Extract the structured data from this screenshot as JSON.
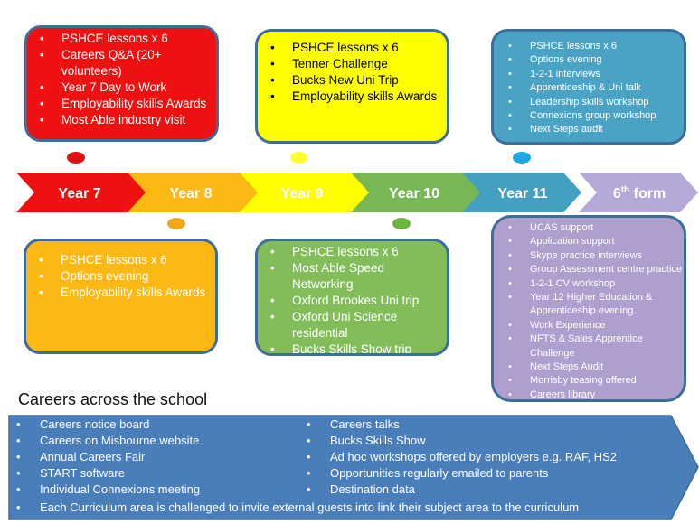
{
  "timeline": [
    {
      "label": "Year 7",
      "color": "#ee1111",
      "text_color": "#ffffff"
    },
    {
      "label": "Year 8",
      "color": "#fdb913",
      "text_color": "#ffffff"
    },
    {
      "label": "Year 9",
      "color": "#ffff00",
      "text_color": "#ffffff"
    },
    {
      "label": "Year 10",
      "color": "#77b855",
      "text_color": "#ffffff"
    },
    {
      "label": "Year 11",
      "color": "#43a0c0",
      "text_color": "#ffffff"
    },
    {
      "label": "6th form",
      "label_main": "6",
      "label_sup": "th",
      "label_rest": " form",
      "color": "#b6a8d8",
      "text_color": "#ffffff"
    }
  ],
  "boxes": {
    "year7": {
      "color": "#ee1111",
      "items": [
        "PSHCE lessons x 6",
        "Careers Q&A (20+ volunteers)",
        "Year 7 Day to Work",
        "Employability skills Awards",
        "Most Able industry visit"
      ]
    },
    "year9": {
      "color": "#ffff00",
      "items": [
        "PSHCE lessons x 6",
        "Tenner Challenge",
        "Bucks New Uni Trip",
        "Employability skills Awards"
      ]
    },
    "year11": {
      "color": "#4aa3c4",
      "items": [
        "PSHCE lessons x 6",
        "Options evening",
        "1-2-1 interviews",
        "Apprenticeship & Uni talk",
        "Leadership skills workshop",
        "Connexions group workshop",
        "Next Steps audit"
      ]
    },
    "year8": {
      "color": "#fdb913",
      "items": [
        "PSHCE lessons x 6",
        "Options evening",
        "Employability skills Awards"
      ]
    },
    "year10": {
      "color": "#83bd5a",
      "items": [
        "PSHCE lessons x 6",
        "Most Able Speed Networking",
        "Oxford Brookes Uni trip",
        "Oxford Uni Science residential",
        "Bucks Skills Show trip"
      ]
    },
    "sixth_form": {
      "color": "#ae9fcf",
      "items": [
        "UCAS support",
        "Application support",
        "Skype practice interviews",
        "Group Assessment centre practice",
        "1-2-1 CV workshop",
        "Year 12 Higher Education & Apprenticeship evening",
        "Work Experience",
        "NFTS & Sales Apprentice Challenge",
        "Next Steps Audit",
        "Morrisby teasing offered",
        "Careers library"
      ]
    }
  },
  "dots": {
    "red": "#dd1111",
    "yellow": "#ffff33",
    "blue": "#1ea7e1",
    "orange": "#f0a818",
    "green": "#6cb33f"
  },
  "careers": {
    "title": "Careers across the school",
    "color": "#4a7ebb",
    "left_items": [
      "Careers notice board",
      "Careers on Misbourne website",
      "Annual Careers Fair",
      "START software",
      "Individual Connexions meeting"
    ],
    "right_items": [
      "Careers talks",
      "Bucks Skills Show",
      "Ad hoc workshops offered by employers e.g. RAF, HS2",
      "Opportunities regularly emailed to parents",
      "Destination data"
    ],
    "full_item": "Each Curriculum area is challenged to invite external guests into link their subject area to the curriculum"
  }
}
